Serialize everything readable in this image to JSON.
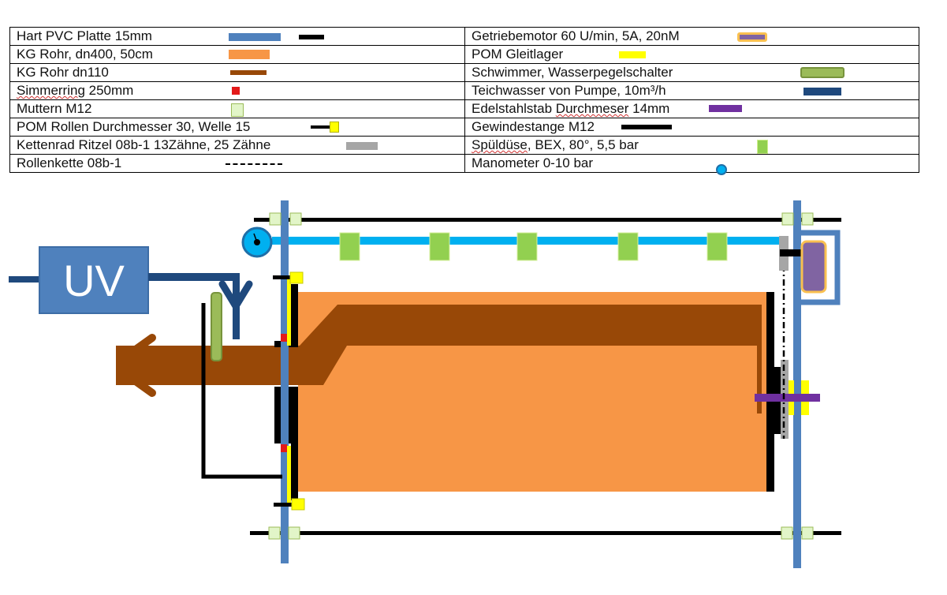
{
  "legend": {
    "left": [
      {
        "label": "Hart PVC Platte 15mm",
        "swatch": "pvc-plate",
        "colors": [
          "#4f81bd",
          "#000000"
        ]
      },
      {
        "label": "KG Rohr, dn400, 50cm",
        "swatch": "kg-pipe-400",
        "colors": [
          "#f79646"
        ]
      },
      {
        "label": "KG Rohr  dn110",
        "swatch": "kg-pipe-110",
        "colors": [
          "#984807"
        ]
      },
      {
        "label": "Simmerring 250mm",
        "swatch": "shaft-seal",
        "colors": [
          "#e31a1a"
        ]
      },
      {
        "label": "Muttern M12",
        "swatch": "nut",
        "colors": [
          "#e2f5c8"
        ]
      },
      {
        "label": "POM Rollen Durchmesser 30, Welle 15",
        "swatch": "pom-roller",
        "colors": [
          "#000000",
          "#ffff00"
        ]
      },
      {
        "label": "Kettenrad Ritzel  08b-1 13Zähne, 25 Zähne",
        "swatch": "sprocket",
        "colors": [
          "#a6a6a6"
        ]
      },
      {
        "label": "Rollenkette 08b-1",
        "swatch": "roller-chain",
        "colors": [
          "#000000"
        ]
      }
    ],
    "right": [
      {
        "label": "Getriebemotor 60 U/min, 5A, 20nM",
        "swatch": "gear-motor",
        "colors": [
          "#8064a2",
          "#f9c050"
        ]
      },
      {
        "label": "POM Gleitlager",
        "swatch": "slide-bearing",
        "colors": [
          "#ffff00"
        ]
      },
      {
        "label": "Schwimmer, Wasserpegelschalter",
        "swatch": "float-switch",
        "colors": [
          "#9bbb59",
          "#77933c"
        ]
      },
      {
        "label": "Teichwasser von Pumpe, 10m³/h",
        "swatch": "pond-water-pipe",
        "colors": [
          "#1f497d"
        ]
      },
      {
        "label": "Edelstahlstab Durchmeser 14mm",
        "swatch": "steel-rod",
        "colors": [
          "#7030a0"
        ]
      },
      {
        "label": "Gewindestange M12",
        "swatch": "threaded-rod",
        "colors": [
          "#000000"
        ]
      },
      {
        "label": "Spüldüse, BEX, 80°, 5,5 bar",
        "swatch": "spray-nozzle",
        "colors": [
          "#92d050"
        ]
      },
      {
        "label": "Manometer 0-10 bar",
        "swatch": "manometer",
        "colors": [
          "#00b0f0",
          "#1f6fa8"
        ]
      }
    ]
  },
  "diagram": {
    "uv_label": "UV",
    "nozzle_count": 5,
    "colors": {
      "pvc": "#4f81bd",
      "drum": "#f79646",
      "outlet_pipe": "#984807",
      "seal": "#e31a1a",
      "nut": "#e2f5c8",
      "bearing": "#ffff00",
      "sprocket": "#a6a6a6",
      "motor": "#8064a2",
      "motor_border": "#f9c050",
      "float": "#9bbb59",
      "pond_water": "#1f497d",
      "steel_rod": "#7030a0",
      "threaded_rod": "#000000",
      "nozzle": "#92d050",
      "spray_pipe": "#00b0f0",
      "manometer": "#00b0f0"
    }
  }
}
